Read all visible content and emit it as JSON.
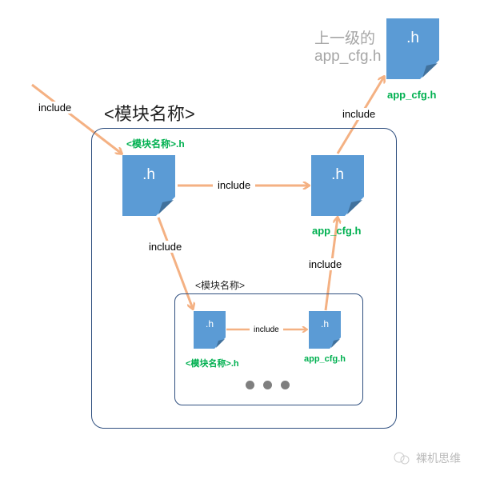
{
  "diagram": {
    "outer_module": {
      "title": "<模块名称>"
    },
    "inner_module": {
      "title": "<模块名称>"
    },
    "parent_note": {
      "line1": "上一级的",
      "line2": "app_cfg.h"
    },
    "files": {
      "parent_cfg": {
        "ext": ".h",
        "name": "app_cfg.h"
      },
      "module_h": {
        "ext": ".h",
        "name": "<模块名称>.h"
      },
      "module_cfg": {
        "ext": ".h",
        "name": "app_cfg.h"
      },
      "sub_module_h": {
        "ext": ".h",
        "name": "<模块名称>.h"
      },
      "sub_cfg": {
        "ext": ".h",
        "name": "app_cfg.h"
      }
    },
    "edges": [
      {
        "from": "external",
        "to": "module_h",
        "label": "include"
      },
      {
        "from": "module_h",
        "to": "module_cfg",
        "label": "include"
      },
      {
        "from": "module_h",
        "to": "sub_module_h",
        "label": "include"
      },
      {
        "from": "sub_module_h",
        "to": "sub_cfg",
        "label": "include"
      },
      {
        "from": "sub_cfg",
        "to": "module_cfg",
        "label": "include"
      },
      {
        "from": "module_cfg",
        "to": "parent_cfg",
        "label": "include"
      }
    ],
    "ellipsis": "more modules",
    "colors": {
      "doc_fill": "#5b9bd5",
      "arrow": "#f4b183",
      "filename": "#00b050",
      "box_border": "#2f4f7f"
    }
  },
  "watermark": {
    "text": "裸机思维"
  }
}
